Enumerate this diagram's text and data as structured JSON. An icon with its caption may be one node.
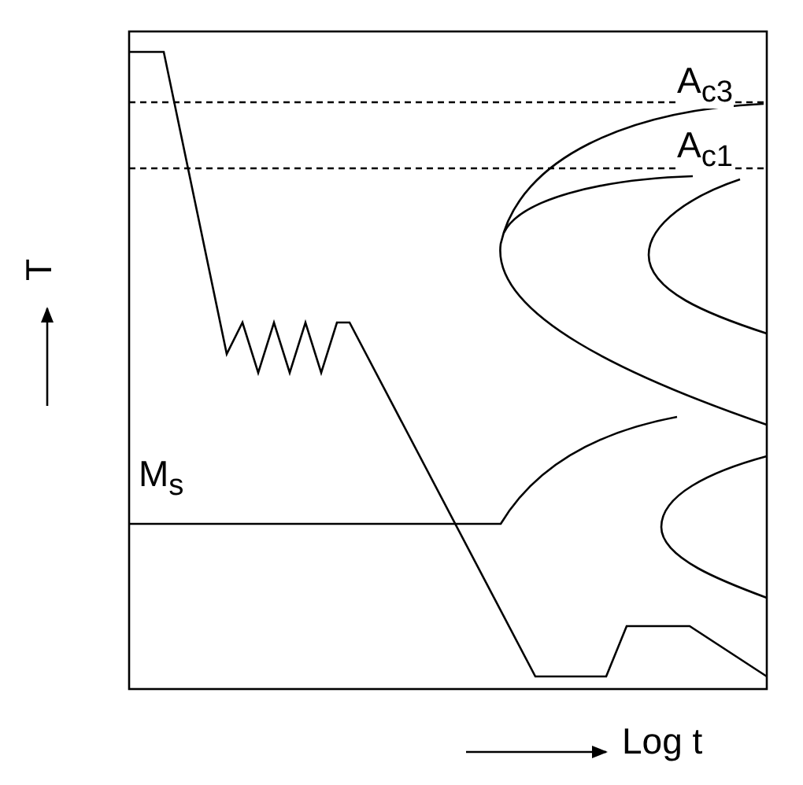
{
  "diagram": {
    "labels": [
      "A$_{c3}$",
      "A$_{c1}$",
      "T",
      "M$_{s}$",
      "Log t"
    ]
  }
}
